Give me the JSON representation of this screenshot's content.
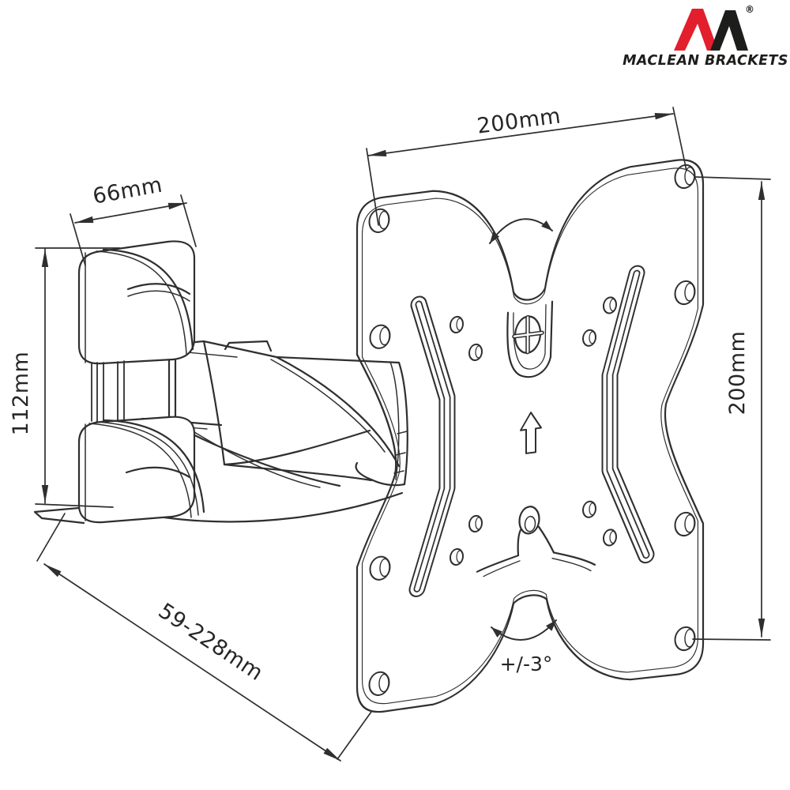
{
  "brand": {
    "name": "MACLEAN BRACKETS",
    "registered_mark": "®",
    "colors": {
      "logo_red": "#e31e2d",
      "logo_black": "#1d1d1b"
    }
  },
  "annotations": {
    "plate_width": "200mm",
    "plate_height": "200mm",
    "bracket_depth": "66mm",
    "bracket_height": "112mm",
    "arm_extension": "59-228mm",
    "rotation_range": "+/-3°"
  },
  "drawing": {
    "stroke_color": "#2f2f2f",
    "background": "#ffffff"
  }
}
